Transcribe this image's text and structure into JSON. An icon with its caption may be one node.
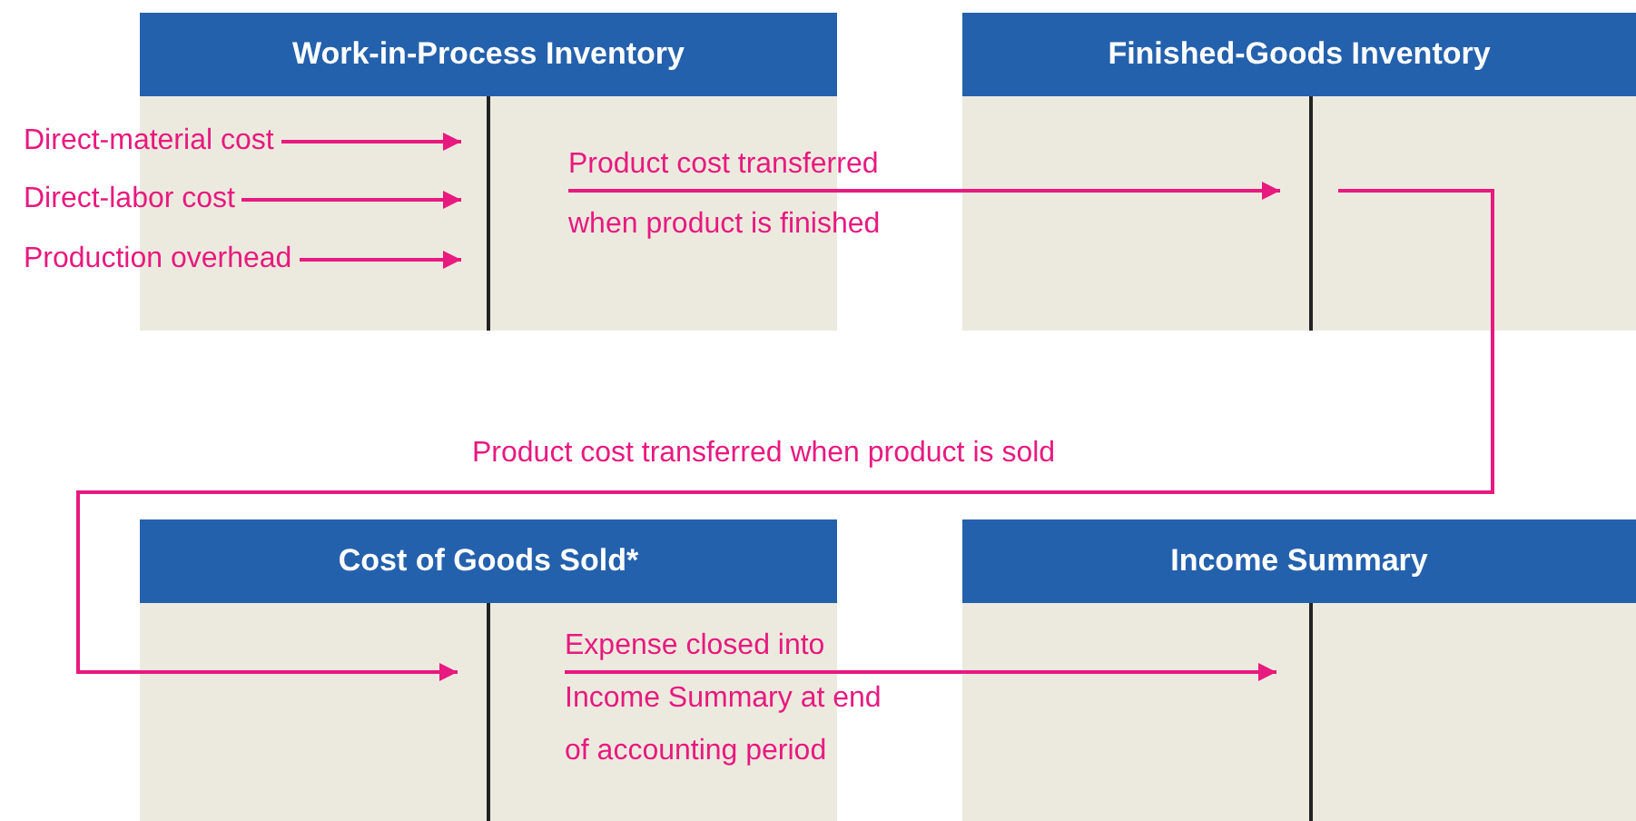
{
  "diagram": {
    "nodes": [
      {
        "text": [
          "Work-in-Process Inventory"
        ]
      },
      {
        "text": [
          "Direct-material cost"
        ]
      },
      {
        "text": [
          "Direct-labor cost"
        ]
      },
      {
        "text": [
          "Production overhead"
        ]
      },
      {
        "text": [
          "Finished-Goods Inventory"
        ]
      },
      {
        "text": [
          "Cost of Goods Sold*"
        ]
      },
      {
        "text": [
          "Income Summary"
        ]
      }
    ],
    "edges": [
      {
        "from": 1,
        "to": 0,
        "arrow": "to"
      },
      {
        "from": 2,
        "to": 0,
        "arrow": "to"
      },
      {
        "from": 3,
        "to": 0,
        "arrow": "to"
      },
      {
        "from": 0,
        "to": 4,
        "arrow": "to",
        "label": "Product cost transferred when product is finished"
      },
      {
        "from": 4,
        "to": 5,
        "arrow": "to",
        "label": "Product cost transferred when product is sold"
      },
      {
        "from": 5,
        "to": 6,
        "arrow": "to",
        "label": "Expense closed into Income Summary at end of accounting period"
      }
    ]
  }
}
